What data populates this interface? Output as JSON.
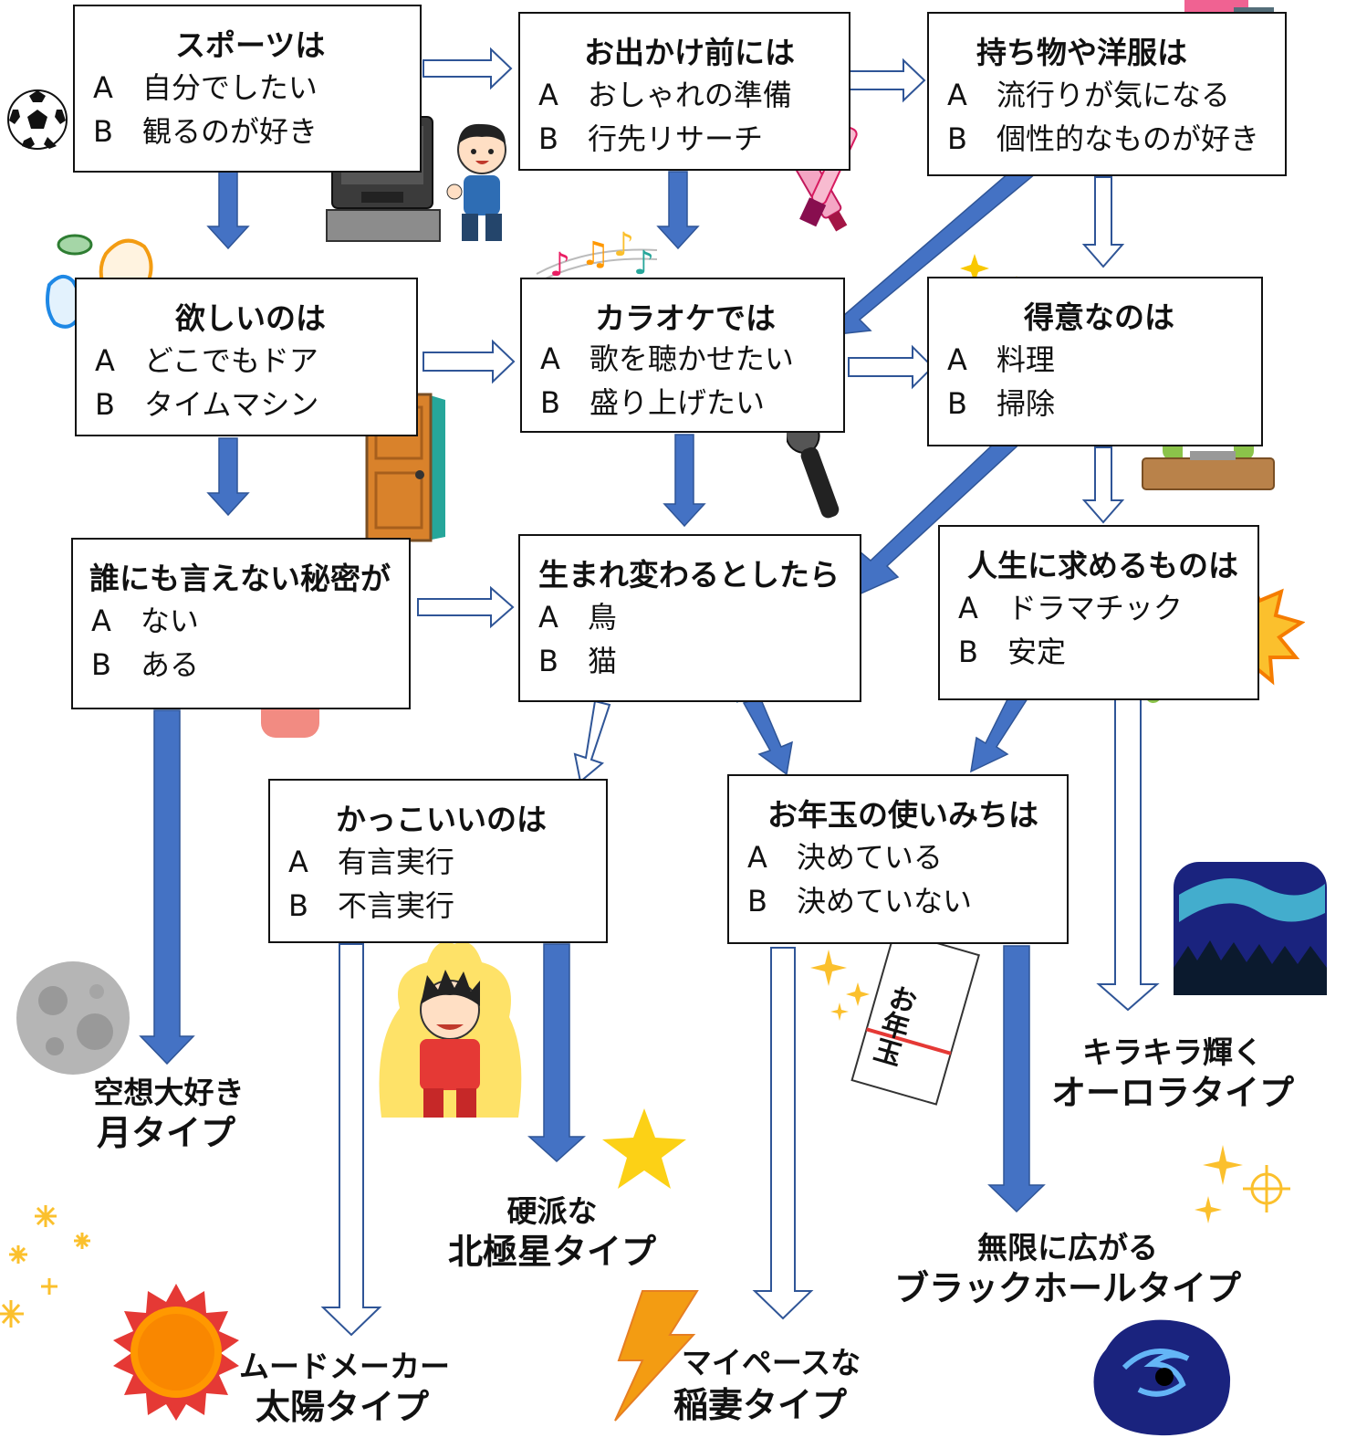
{
  "questions": [
    {
      "title": "スポーツは",
      "a": "A　自分でしたい",
      "b": "B　観るのが好き"
    },
    {
      "title": "お出かけ前には",
      "a": "A　おしゃれの準備",
      "b": "B　行先リサーチ"
    },
    {
      "title": "持ち物や洋服は",
      "a": "A　流行りが気になる",
      "b": "B　個性的なものが好き"
    },
    {
      "title": "欲しいのは",
      "a": "A　どこでもドア",
      "b": "B　タイムマシン"
    },
    {
      "title": "カラオケでは",
      "a": "A　歌を聴かせたい",
      "b": "B　盛り上げたい"
    },
    {
      "title": "得意なのは",
      "a": "A　料理",
      "b": "B　掃除"
    },
    {
      "title": "誰にも言えない秘密が",
      "a": "A　ない",
      "b": "B　ある"
    },
    {
      "title": "生まれ変わるとしたら",
      "a": "A　鳥",
      "b": "B　猫"
    },
    {
      "title": "人生に求めるものは",
      "a": "A　ドラマチック",
      "b": "B　安定"
    },
    {
      "title": "かっこいいのは",
      "a": "A　有言実行",
      "b": "B　不言実行"
    },
    {
      "title": "お年玉の使いみちは",
      "a": "A　決めている",
      "b": "B　決めていない"
    }
  ],
  "results": [
    {
      "line1": "空想大好き",
      "line2": "月タイプ"
    },
    {
      "line1": "硬派な",
      "line2": "北極星タイプ"
    },
    {
      "line1": "キラキラ輝く",
      "line2": "オーロラタイプ"
    },
    {
      "line1": "無限に広がる",
      "line2": "ブラックホールタイプ"
    },
    {
      "line1": "ムードメーカー",
      "line2": "太陽タイプ"
    },
    {
      "line1": "マイペースな",
      "line2": "稲妻タイプ"
    }
  ],
  "illustrations": {
    "envelope_text": "お年玉"
  },
  "colors": {
    "arrow_blue": "#4472c4",
    "arrow_outline": "#2f5597",
    "box_border": "#111111"
  }
}
